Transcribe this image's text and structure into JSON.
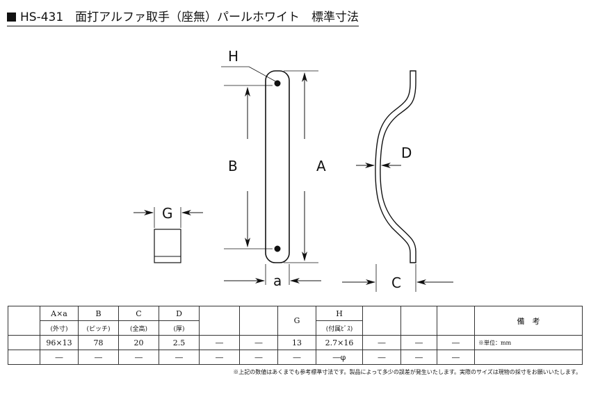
{
  "title": "HS-431　面打アルファ取手（座無）パールホワイト　標準寸法",
  "labels": {
    "H": "H",
    "B": "B",
    "A": "A",
    "G": "G",
    "D": "D",
    "a": "a",
    "C": "C"
  },
  "table": {
    "headers": [
      {
        "main": "A×a",
        "sub": "(外寸)"
      },
      {
        "main": "B",
        "sub": "(ピッチ)"
      },
      {
        "main": "C",
        "sub": "(全高)"
      },
      {
        "main": "D",
        "sub": "(厚)"
      },
      {
        "main": "",
        "sub": ""
      },
      {
        "main": "",
        "sub": ""
      },
      {
        "main": "G",
        "sub": ""
      },
      {
        "main": "H",
        "sub": "(付属ﾋﾞｽ)"
      },
      {
        "main": "",
        "sub": ""
      },
      {
        "main": "",
        "sub": ""
      },
      {
        "main": "",
        "sub": ""
      }
    ],
    "remarks_header": "備　考",
    "rows": [
      [
        "96×13",
        "78",
        "20",
        "2.5",
        "―",
        "―",
        "13",
        "2.7×16",
        "―",
        "―",
        "―"
      ],
      [
        "―",
        "―",
        "―",
        "―",
        "―",
        "―",
        "―",
        "―φ",
        "―",
        "―",
        "―"
      ]
    ],
    "remarks": [
      "※単位：mm",
      ""
    ]
  },
  "footnote": "※上記の数値はあくまでも参考標準寸法です。製品によって多少の誤差が発生いたします。実際のサイズは現物の採寸をお願いいたします。"
}
